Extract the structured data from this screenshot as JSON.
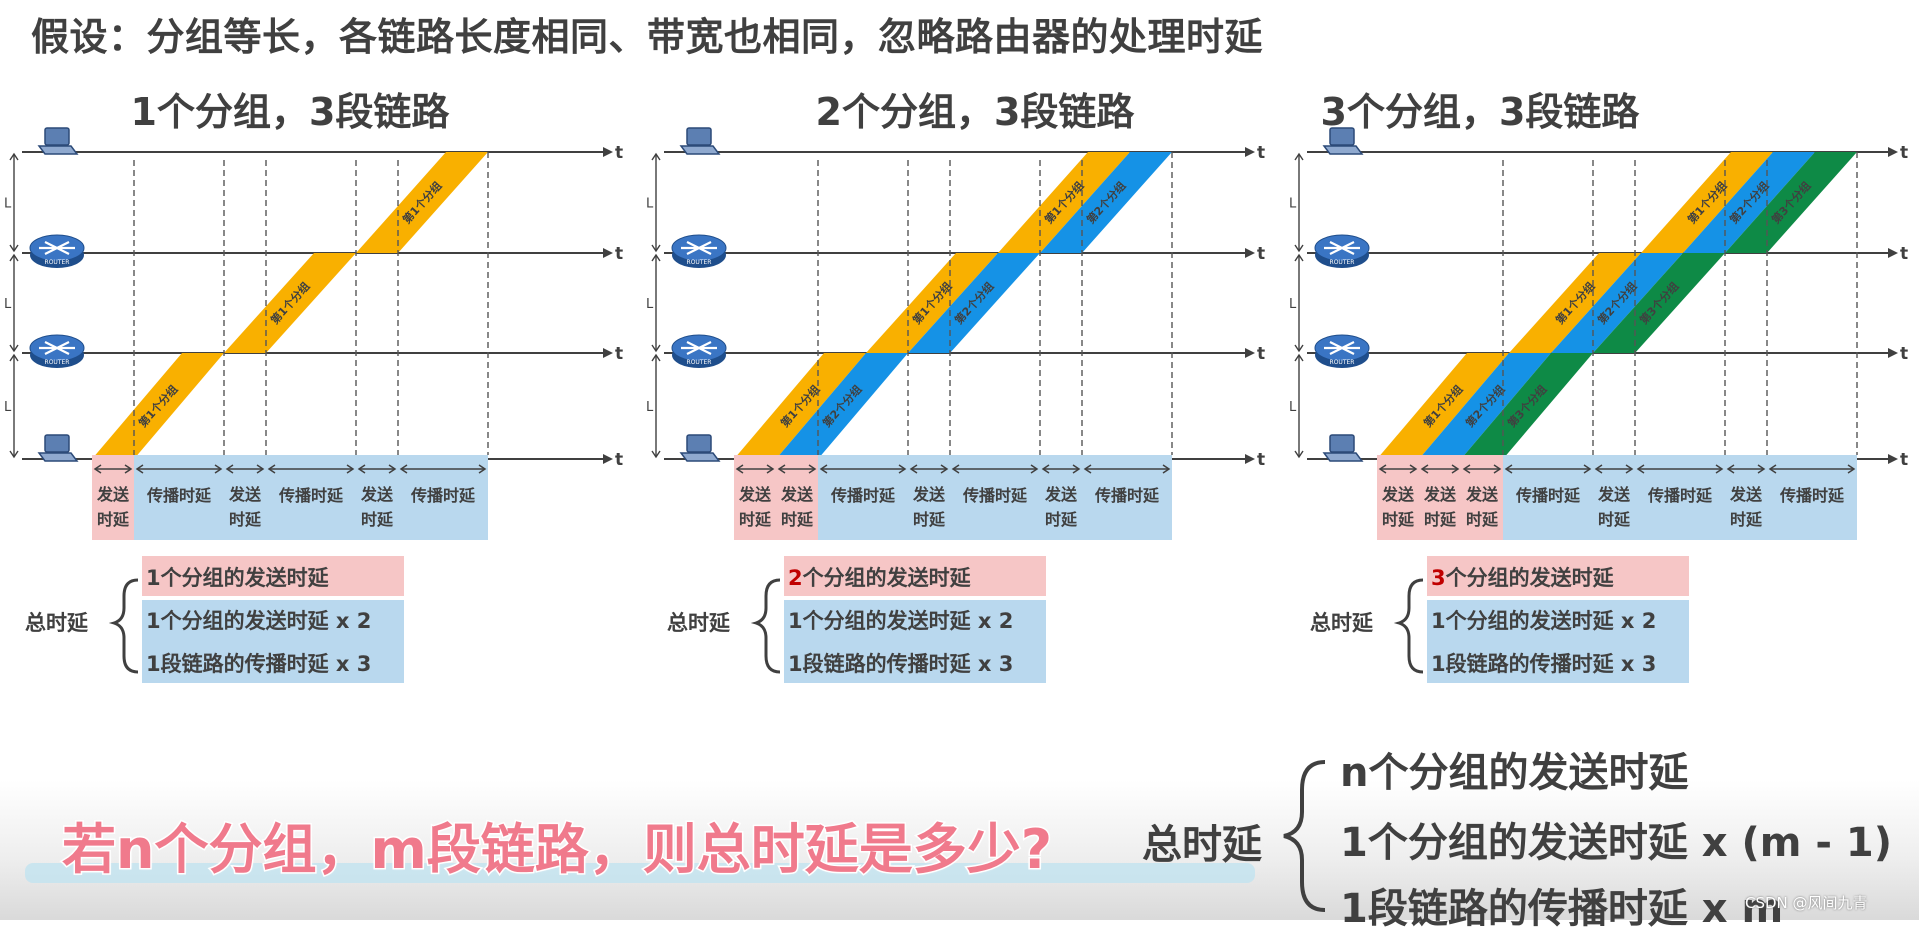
{
  "assumption": "假设：分组等长，各链路长度相同、带宽也相同，忽略路由器的处理时延",
  "panels": [
    {
      "title": "1个分组，3段链路",
      "packet_labels": [
        "第1个分组"
      ],
      "delay_row": [
        "发送时延",
        "传播时延",
        "发送时延",
        "传播时延",
        "发送时延",
        "传播时延"
      ],
      "formula": {
        "highlight": "1",
        "line1_rest": "个分组的发送时延",
        "line2": "1个分组的发送时延 x 2",
        "line3": "1段链路的传播时延 x 3"
      }
    },
    {
      "title": "2个分组，3段链路",
      "packet_labels": [
        "第1个分组",
        "第2个分组"
      ],
      "delay_row": [
        "发送时延",
        "发送时延",
        "传播时延",
        "发送时延",
        "传播时延",
        "发送时延",
        "传播时延"
      ],
      "formula": {
        "highlight": "2",
        "line1_rest": "个分组的发送时延",
        "line2": "1个分组的发送时延 x 2",
        "line3": "1段链路的传播时延 x 3"
      }
    },
    {
      "title": "3个分组，3段链路",
      "packet_labels": [
        "第1个分组",
        "第2个分组",
        "第3个分组"
      ],
      "delay_row": [
        "发送时延",
        "发送时延",
        "发送时延",
        "传播时延",
        "发送时延",
        "传播时延",
        "发送时延",
        "传播时延"
      ],
      "formula": {
        "highlight": "3",
        "line1_rest": "个分组的发送时延",
        "line2": "1个分组的发送时延 x 2",
        "line3": "1段链路的传播时延 x 3"
      }
    }
  ],
  "axis_label": "t",
  "link_label": "L",
  "router_text": "ROUTER",
  "total_delay_label": "总时延",
  "question": "若n个分组，m段链路，则总时延是多少?",
  "general": {
    "label": "总时延",
    "line1": "n个分组的发送时延",
    "line2": "1个分组的发送时延 x (m - 1)",
    "line3": "1段链路的传播时延 x m"
  },
  "watermark": "CSDN @风间九青",
  "colors": {
    "packet1": "#f9b000",
    "packet2": "#1592e6",
    "packet3": "#0e8a46",
    "transmit_box": "#f6c6c6",
    "propagate_box": "#b9d8ee",
    "highlight_number": "#c00000",
    "question": "#f07a8c",
    "text": "#404040"
  },
  "icons": [
    "laptop-icon",
    "router-icon"
  ]
}
